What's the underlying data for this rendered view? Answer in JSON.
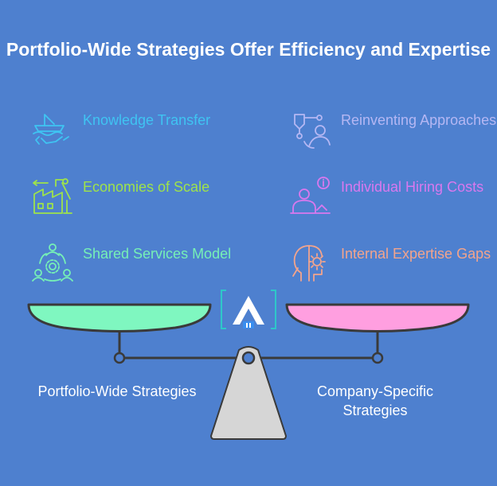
{
  "title": "Portfolio-Wide Strategies Offer Efficiency and Expertise",
  "left_items": [
    {
      "label": "Knowledge Transfer",
      "icon": "boat-handshake-icon",
      "color": "#3fc4f2"
    },
    {
      "label": "Economies of Scale",
      "icon": "factory-icon",
      "color": "#9fe34a"
    },
    {
      "label": "Shared Services Model",
      "icon": "people-gear-icon",
      "color": "#76f0b6"
    }
  ],
  "right_items": [
    {
      "label": "Reinventing Approaches",
      "icon": "flowchart-person-icon",
      "color": "#b5b7f3"
    },
    {
      "label": "Individual Hiring Costs",
      "icon": "person-info-icon",
      "color": "#d978ee"
    },
    {
      "label": "Internal Expertise Gaps",
      "icon": "head-gear-icon",
      "color": "#f3a48c"
    }
  ],
  "left_pan_label": "Portfolio-Wide Strategies",
  "right_pan_label": "Company-Specific Strategies",
  "colors": {
    "background": "#4e80cf",
    "left_pan": "#7ff7c0",
    "right_pan": "#ff9fe0",
    "stand": "#d6d6d6"
  }
}
